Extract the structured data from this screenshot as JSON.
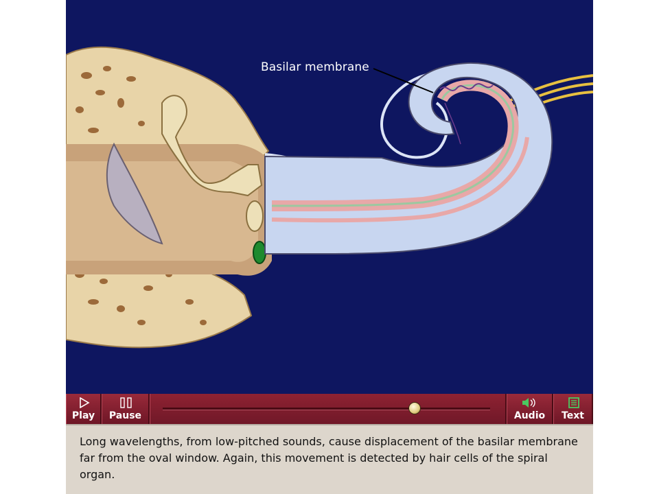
{
  "diagram": {
    "label": "Basilar membrane"
  },
  "controls": {
    "play_label": "Play",
    "pause_label": "Pause",
    "audio_label": "Audio",
    "text_label": "Text",
    "progress": 0.77,
    "icons": {
      "play": "play-icon",
      "pause": "pause-icon",
      "audio": "speaker-icon",
      "text": "text-panel-icon"
    }
  },
  "caption": {
    "text": "Long wavelengths, from low-pitched sounds, cause displacement of the basilar membrane far from the oval window. Again, this movement is detected by hair cells of the spiral organ."
  },
  "colors": {
    "background": "#0e1660",
    "control_bar": "#7a1a2a",
    "caption_bg": "#ddd6cc",
    "membrane": "#e8a8a8",
    "fluid": "#c8d6f0"
  }
}
